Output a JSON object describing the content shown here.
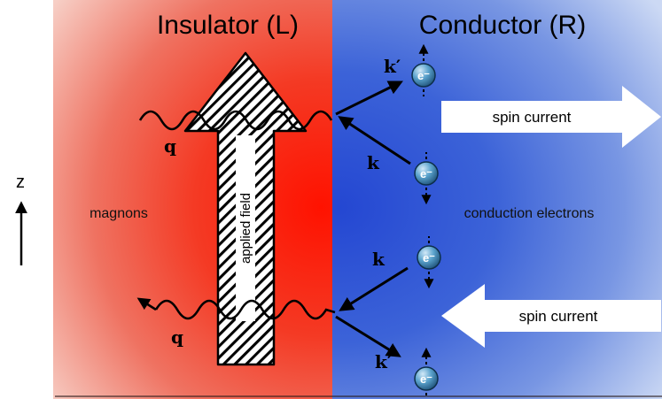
{
  "titles": {
    "insulator": "Insulator (L)",
    "conductor": "Conductor (R)"
  },
  "axis": {
    "label": "z"
  },
  "region_labels": {
    "magnons": "magnons",
    "conduction_electrons": "conduction electrons"
  },
  "applied_field_label": "applied field",
  "spin_currents": [
    {
      "label": "spin current",
      "direction": "right"
    },
    {
      "label": "spin current",
      "direction": "left"
    }
  ],
  "magnon_arrows": [
    {
      "wavevector": "q",
      "position": "top"
    },
    {
      "wavevector": "q",
      "position": "bottom"
    }
  ],
  "electrons": [
    {
      "symbol": "e⁻",
      "momentum": "k′",
      "spin": "up"
    },
    {
      "symbol": "e⁻",
      "momentum": "k",
      "spin": "down"
    },
    {
      "symbol": "e⁻",
      "momentum": "k",
      "spin": "down"
    },
    {
      "symbol": "e⁻",
      "momentum": "k′",
      "spin": "up"
    }
  ],
  "colors": {
    "insulator_red": "#f01600",
    "conductor_blue": "#2d55d6",
    "electron_sphere": "#3f7fae"
  }
}
